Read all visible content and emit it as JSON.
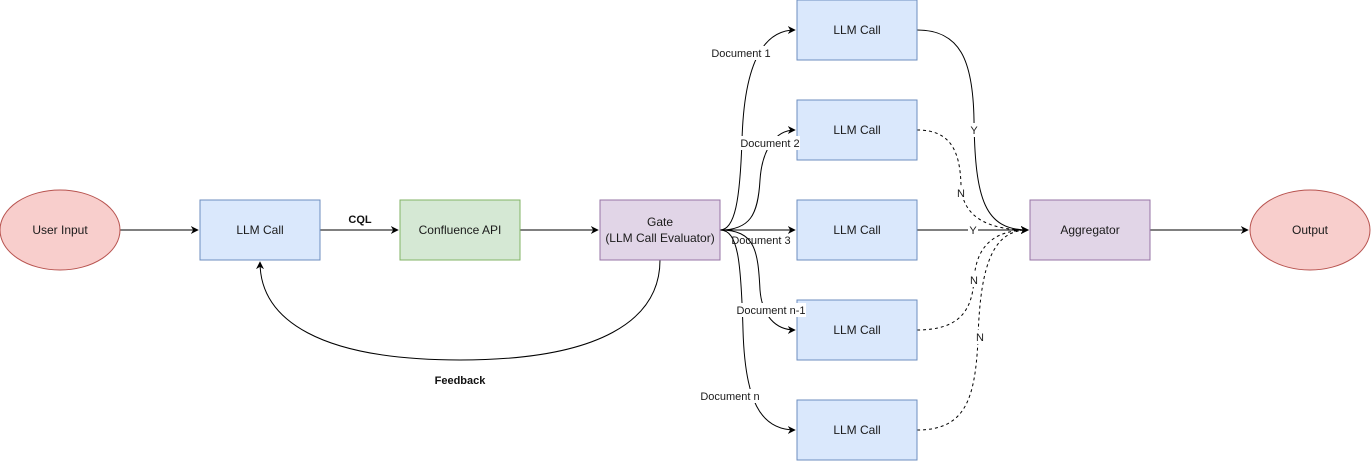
{
  "diagram": {
    "nodes": {
      "user_input": {
        "label": "User Input",
        "shape": "ellipse",
        "fill": "#f8cecc",
        "stroke": "#b85450"
      },
      "llm_planner": {
        "label": "LLM Call",
        "shape": "rect",
        "fill": "#dae8fc",
        "stroke": "#6c8ebf"
      },
      "confluence_api": {
        "label": "Confluence API",
        "shape": "rect",
        "fill": "#d5e8d4",
        "stroke": "#82b366"
      },
      "gate": {
        "label_line1": "Gate",
        "label_line2": "(LLM Call Evaluator)",
        "shape": "rect",
        "fill": "#e1d5e7",
        "stroke": "#9673a6"
      },
      "llm_workers": [
        {
          "label": "LLM Call"
        },
        {
          "label": "LLM Call"
        },
        {
          "label": "LLM Call"
        },
        {
          "label": "LLM Call"
        },
        {
          "label": "LLM Call"
        }
      ],
      "aggregator": {
        "label": "Aggregator",
        "shape": "rect",
        "fill": "#e1d5e7",
        "stroke": "#9673a6"
      },
      "output": {
        "label": "Output",
        "shape": "ellipse",
        "fill": "#f8cecc",
        "stroke": "#b85450"
      }
    },
    "worker_style": {
      "fill": "#dae8fc",
      "stroke": "#6c8ebf"
    },
    "edge_labels": {
      "cql": "CQL",
      "feedback": "Feedback",
      "documents": [
        "Document 1",
        "Document 2",
        "Document 3",
        "Document n-1",
        "Document n"
      ],
      "decisions": [
        "Y",
        "N",
        "Y",
        "N",
        "N"
      ]
    },
    "edges": [
      {
        "from": "user_input",
        "to": "llm_planner"
      },
      {
        "from": "llm_planner",
        "to": "confluence_api",
        "label": "CQL"
      },
      {
        "from": "confluence_api",
        "to": "gate"
      },
      {
        "from": "gate",
        "to": "llm_planner",
        "label": "Feedback"
      },
      {
        "from": "gate",
        "to": "worker_1",
        "label": "Document 1"
      },
      {
        "from": "gate",
        "to": "worker_2",
        "label": "Document 2"
      },
      {
        "from": "gate",
        "to": "worker_3",
        "label": "Document 3"
      },
      {
        "from": "gate",
        "to": "worker_4",
        "label": "Document n-1"
      },
      {
        "from": "gate",
        "to": "worker_5",
        "label": "Document n"
      },
      {
        "from": "worker_1",
        "to": "aggregator",
        "label": "Y",
        "style": "solid"
      },
      {
        "from": "worker_2",
        "to": "aggregator",
        "label": "N",
        "style": "dashed"
      },
      {
        "from": "worker_3",
        "to": "aggregator",
        "label": "Y",
        "style": "solid"
      },
      {
        "from": "worker_4",
        "to": "aggregator",
        "label": "N",
        "style": "dashed"
      },
      {
        "from": "worker_5",
        "to": "aggregator",
        "label": "N",
        "style": "dashed"
      },
      {
        "from": "aggregator",
        "to": "output"
      }
    ]
  }
}
